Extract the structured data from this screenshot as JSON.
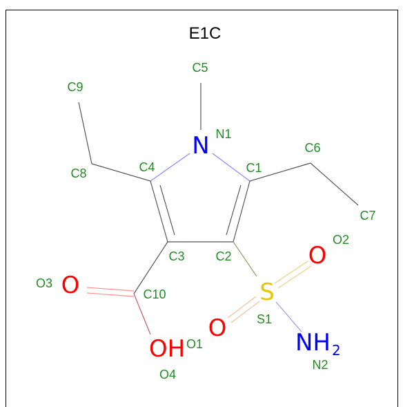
{
  "title": "E1C",
  "colors": {
    "carbon": "#000000",
    "nitrogen": "#0000ff",
    "oxygen": "#ff0000",
    "sulfur": "#e6c800",
    "label": "#228b22"
  },
  "atoms": {
    "N1": "N",
    "S1": "S",
    "O2": "O",
    "O3": "O",
    "O1": "O",
    "O4_main": "OH",
    "N2_main": "NH",
    "N2_sub": "2"
  },
  "labels": {
    "C1": "C1",
    "C2": "C2",
    "C3": "C3",
    "C4": "C4",
    "C5": "C5",
    "C6": "C6",
    "C7": "C7",
    "C8": "C8",
    "C9": "C9",
    "C10": "C10",
    "N1": "N1",
    "N2": "N2",
    "S1": "S1",
    "O1": "O1",
    "O2": "O2",
    "O3": "O3",
    "O4": "O4"
  }
}
